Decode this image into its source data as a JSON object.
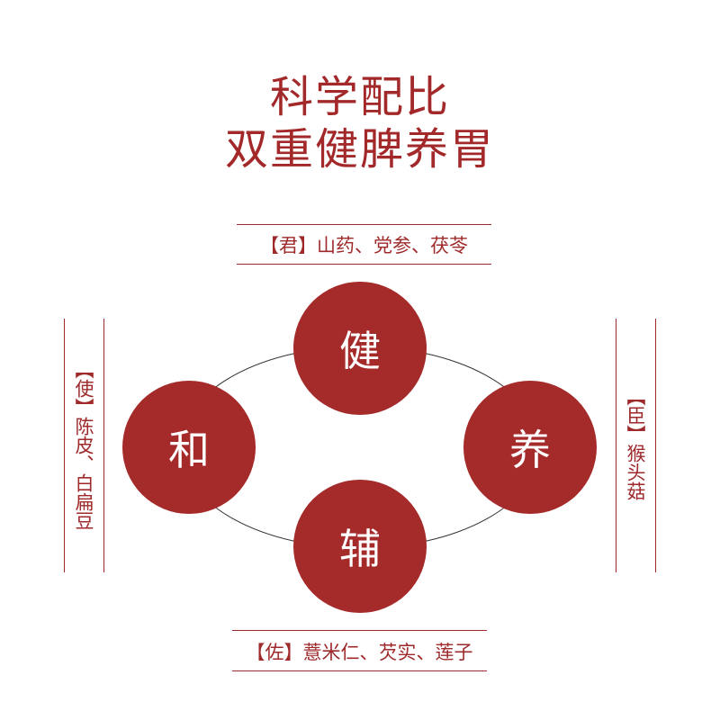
{
  "title": {
    "line1": "科学配比",
    "line2": "双重健脾养胃"
  },
  "labels": {
    "top": "【君】山药、党参、茯苓",
    "right": "【臣】猴头菇",
    "bottom": "【佐】薏米仁、芡实、莲子",
    "left": "【使】陈皮、白扁豆"
  },
  "circles": {
    "top": "健",
    "right": "养",
    "bottom": "辅",
    "left": "和"
  },
  "colors": {
    "accent": "#a52a2a"
  }
}
